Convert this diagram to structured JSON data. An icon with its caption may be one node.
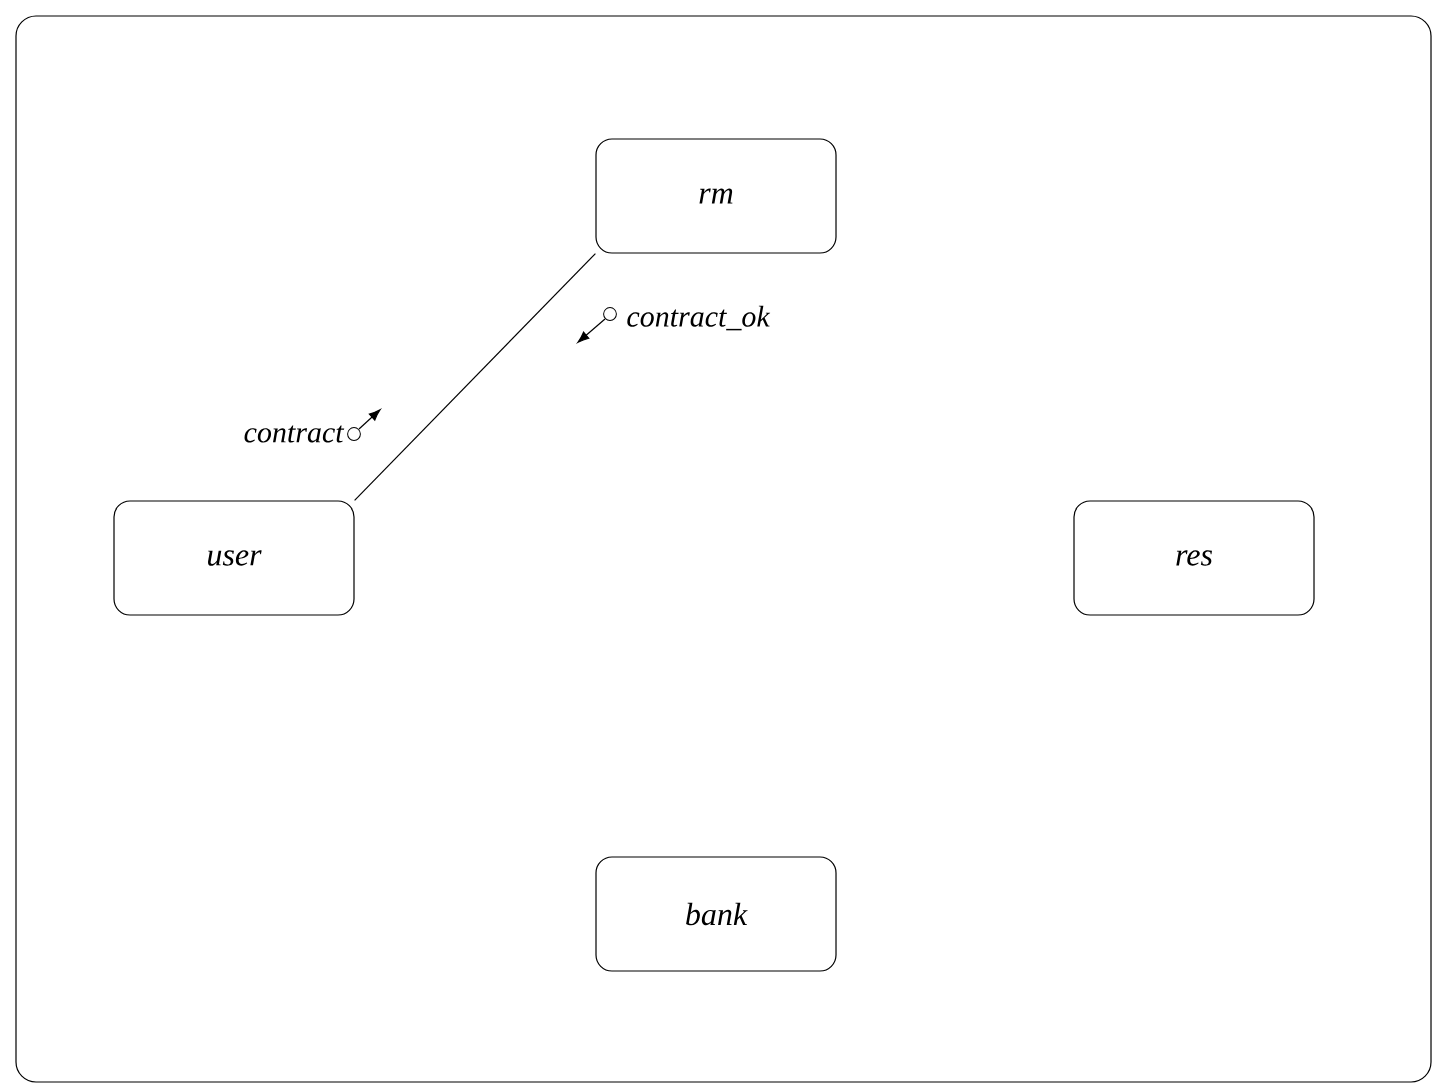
{
  "diagram": {
    "nodes": [
      {
        "text": [
          "rm"
        ]
      },
      {
        "text": [
          "user"
        ]
      },
      {
        "text": [
          "res"
        ]
      },
      {
        "text": [
          "bank"
        ]
      }
    ],
    "edges": [
      {
        "from": 1,
        "to": 0,
        "arrow": "none"
      }
    ],
    "labels": [
      "contract_ok",
      "contract"
    ]
  }
}
